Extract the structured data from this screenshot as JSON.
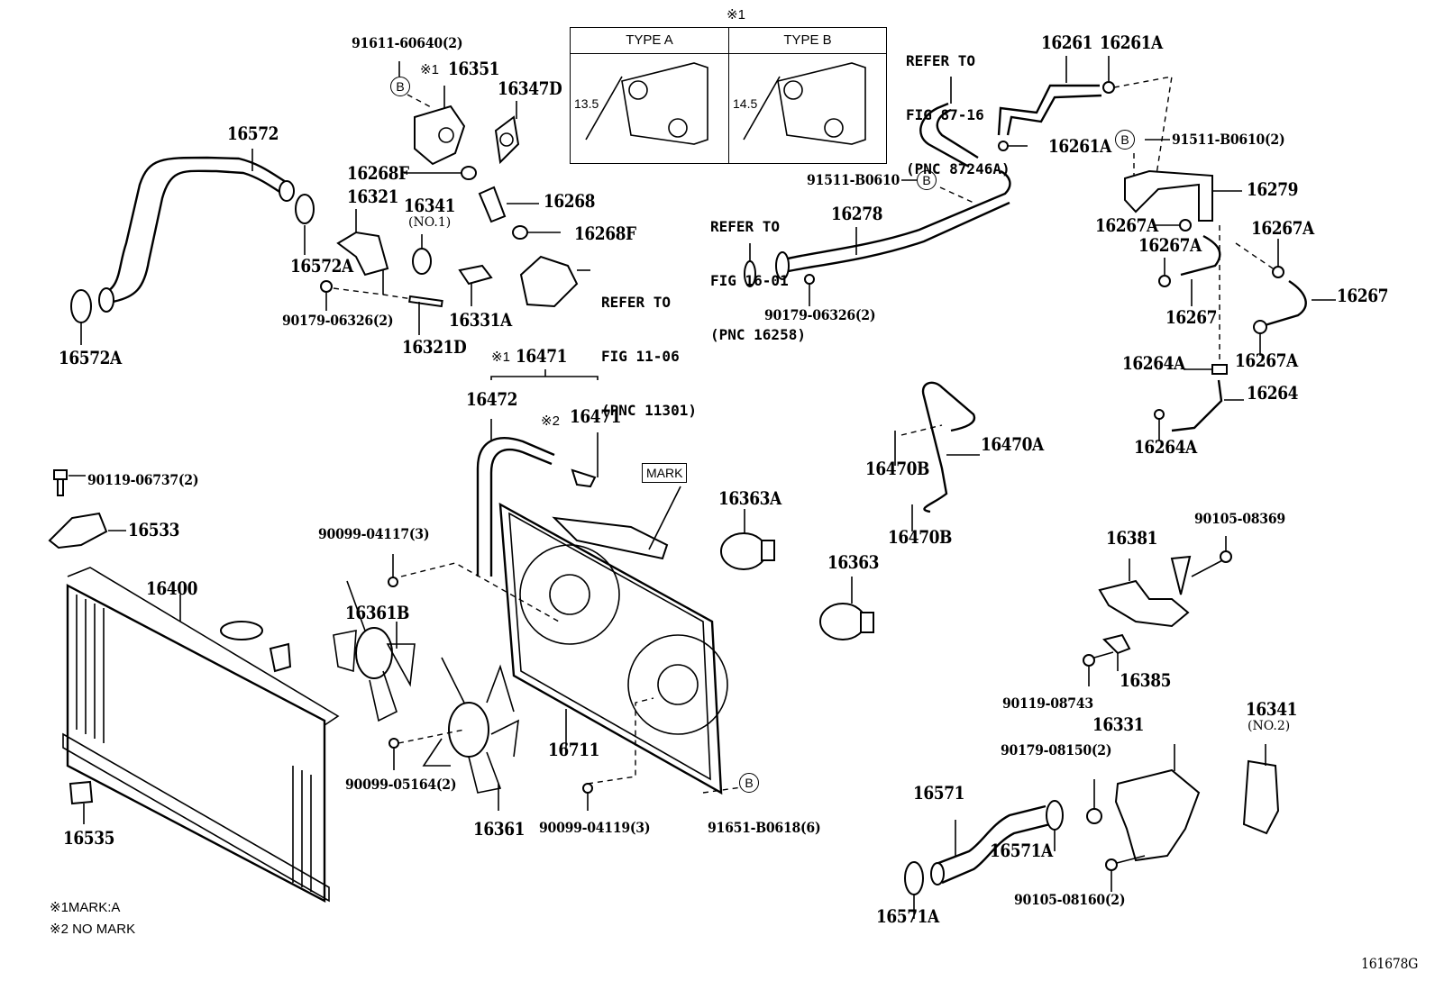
{
  "diagram": {
    "title": "Radiator & Water Outlet parts diagram",
    "figure_id": "161678G",
    "notes": [
      {
        "symbol": "※1",
        "text": "MARK:A"
      },
      {
        "symbol": "※2",
        "text": "NO MARK"
      }
    ],
    "type_inset": {
      "marker": "※1",
      "columns": [
        {
          "label": "TYPE A",
          "dimension": "13.5"
        },
        {
          "label": "TYPE B",
          "dimension": "14.5"
        }
      ]
    },
    "mark_callout": "MARK",
    "circle_ref": "B",
    "references": [
      {
        "lines": [
          "REFER TO",
          "FIG 87-16",
          "(PNC 87246A)"
        ]
      },
      {
        "lines": [
          "REFER TO",
          "FIG 16-01",
          "(PNC 16258)"
        ]
      },
      {
        "lines": [
          "REFER TO",
          "FIG 11-06",
          "(PNC 11301)"
        ]
      }
    ],
    "parts": {
      "p91611_60640": "91611-60640(2)",
      "p16351_mark": "※1",
      "p16351": "16351",
      "p16347D": "16347D",
      "p16572": "16572",
      "p16268F_a": "16268F",
      "p16321": "16321",
      "p16341_no1": "16341",
      "p16341_no1_sub": "(NO.1)",
      "p16268": "16268",
      "p16268F_b": "16268F",
      "p16572A_a": "16572A",
      "p90179_06326_a": "90179-06326(2)",
      "p16331A": "16331A",
      "p16321D": "16321D",
      "p16572A_b": "16572A",
      "p16471_mark1": "※1",
      "p16471_a": "16471",
      "p16472": "16472",
      "p16471_mark2": "※2",
      "p16471_b": "16471",
      "p90119_06737": "90119-06737(2)",
      "p16533": "16533",
      "p90099_04117": "90099-04117(3)",
      "p16400": "16400",
      "p16361B": "16361B",
      "p16711": "16711",
      "p90099_05164": "90099-05164(2)",
      "p16535": "16535",
      "p16361": "16361",
      "p90099_04119": "90099-04119(3)",
      "p91651_B0618": "91651-B0618(6)",
      "p16363A": "16363A",
      "p16363": "16363",
      "p16470A": "16470A",
      "p16470B_a": "16470B",
      "p16470B_b": "16470B",
      "p91511_B0610_a": "91511-B0610",
      "p16278": "16278",
      "p90179_06326_b": "90179-06326(2)",
      "p16261": "16261",
      "p16261A_a": "16261A",
      "p16261A_b": "16261A",
      "p91511_B0610_b": "91511-B0610(2)",
      "p16279": "16279",
      "p16267A_a": "16267A",
      "p16267A_b": "16267A",
      "p16267A_c": "16267A",
      "p16267_a": "16267",
      "p16267_b": "16267",
      "p16267A_d": "16267A",
      "p16264A_a": "16264A",
      "p16264": "16264",
      "p16264A_b": "16264A",
      "p90105_08369": "90105-08369",
      "p16381": "16381",
      "p16385": "16385",
      "p90119_08743": "90119-08743",
      "p16331": "16331",
      "p16341_no2": "16341",
      "p16341_no2_sub": "(NO.2)",
      "p90179_08150": "90179-08150(2)",
      "p16571": "16571",
      "p16571A_a": "16571A",
      "p16571A_b": "16571A",
      "p90105_08160": "90105-08160(2)"
    }
  }
}
